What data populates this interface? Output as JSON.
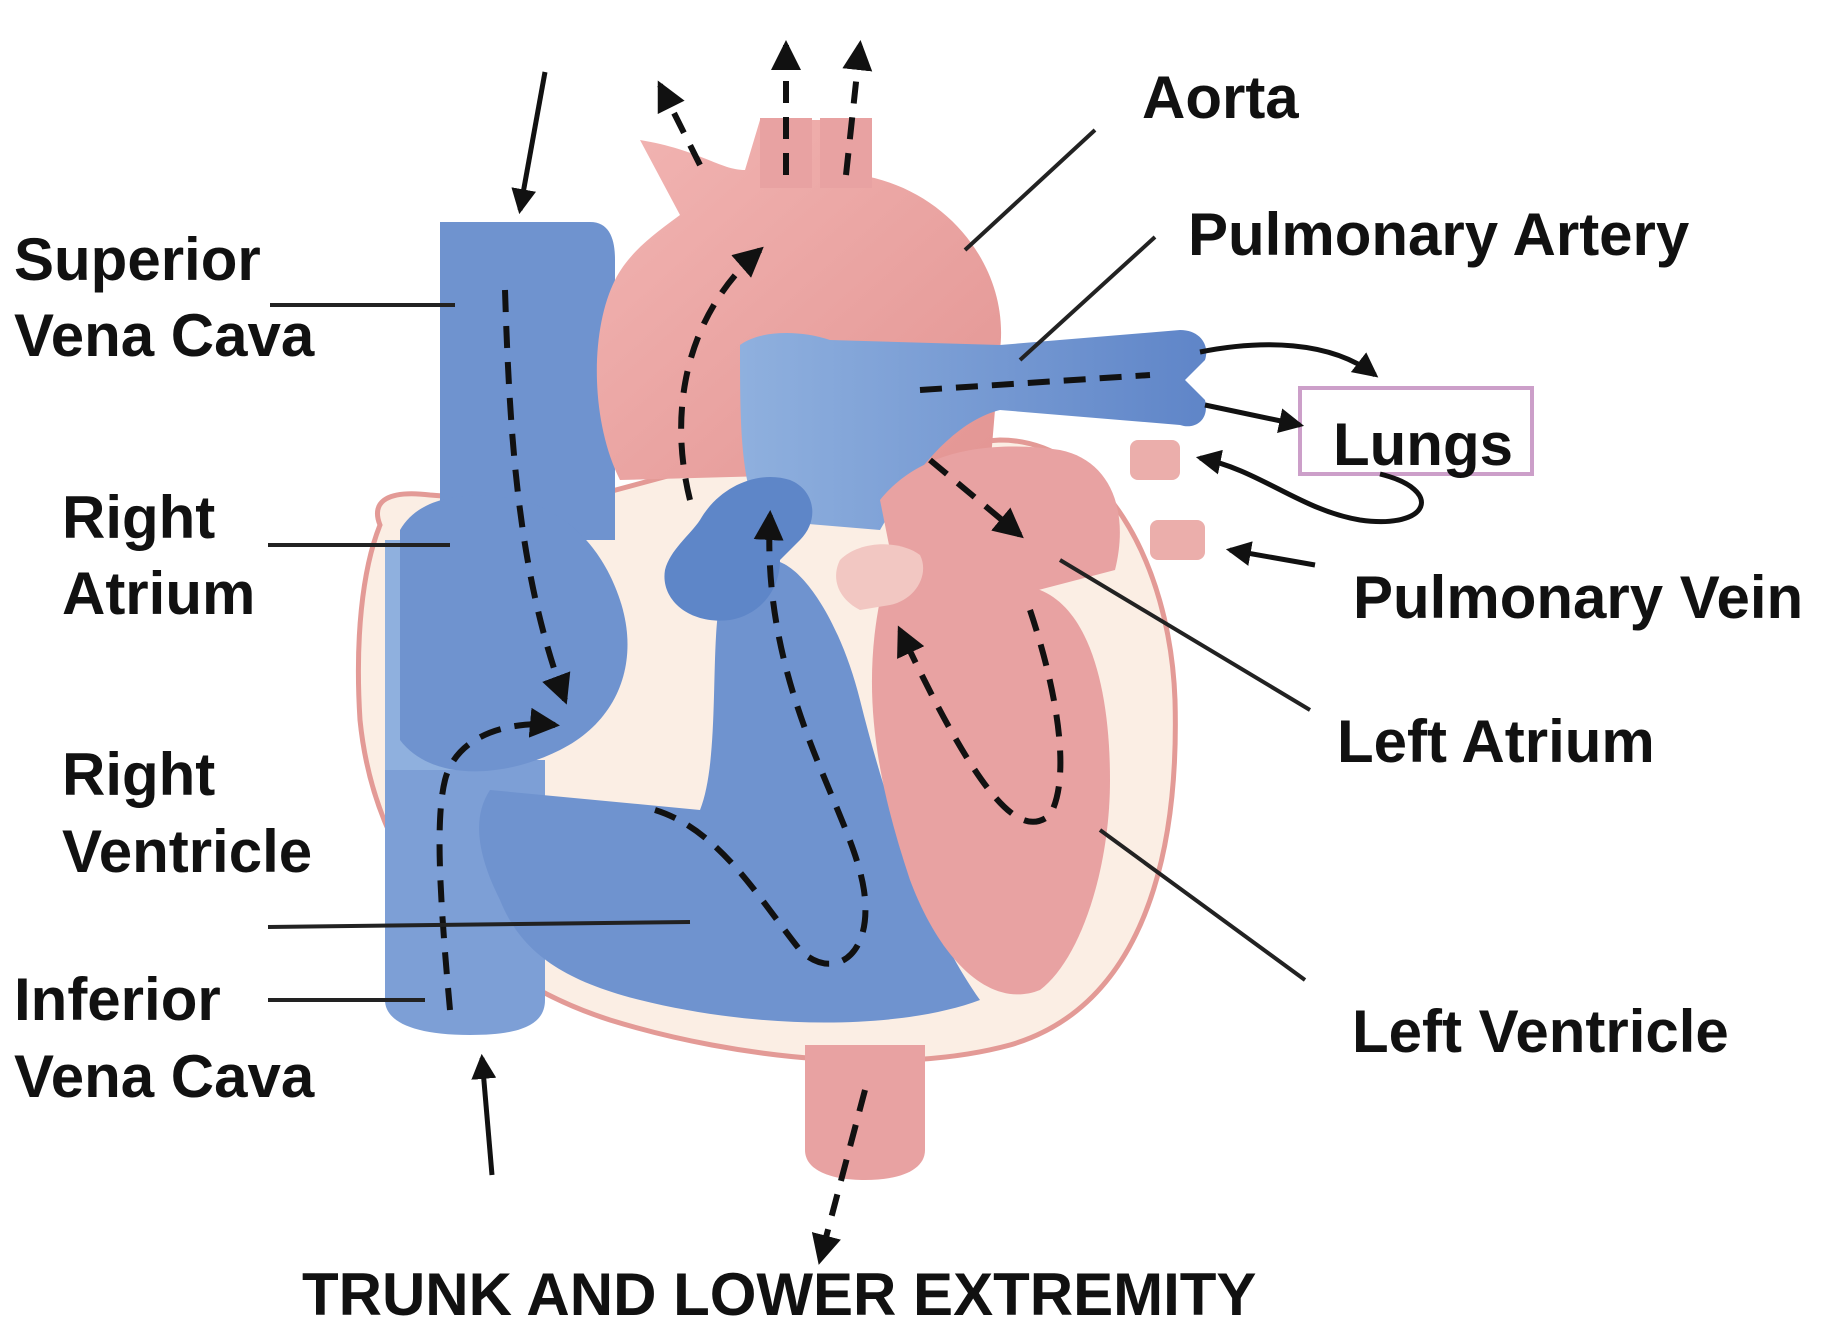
{
  "labels": {
    "aorta": "Aorta",
    "pulmonary_artery": "Pulmonary Artery",
    "superior_vena_cava_line1": "Superior",
    "superior_vena_cava_line2": "Vena Cava",
    "right_atrium_line1": "Right",
    "right_atrium_line2": "Atrium",
    "right_ventricle_line1": "Right",
    "right_ventricle_line2": "Ventricle",
    "inferior_vena_cava_line1": "Inferior",
    "inferior_vena_cava_line2": "Vena Cava",
    "lungs": "Lungs",
    "pulmonary_vein": "Pulmonary Vein",
    "left_atrium": "Left Atrium",
    "left_ventricle": "Left Ventricle",
    "trunk": "TRUNK AND LOWER EXTREMITY"
  },
  "colors": {
    "deoxygenated_blue": "#6f93cf",
    "oxygenated_pink": "#e8a2a2",
    "wall_cream": "#fbeee4",
    "outline_pink": "#d98a8a",
    "lungs_box": "#cc9fc9",
    "line": "#222222"
  }
}
